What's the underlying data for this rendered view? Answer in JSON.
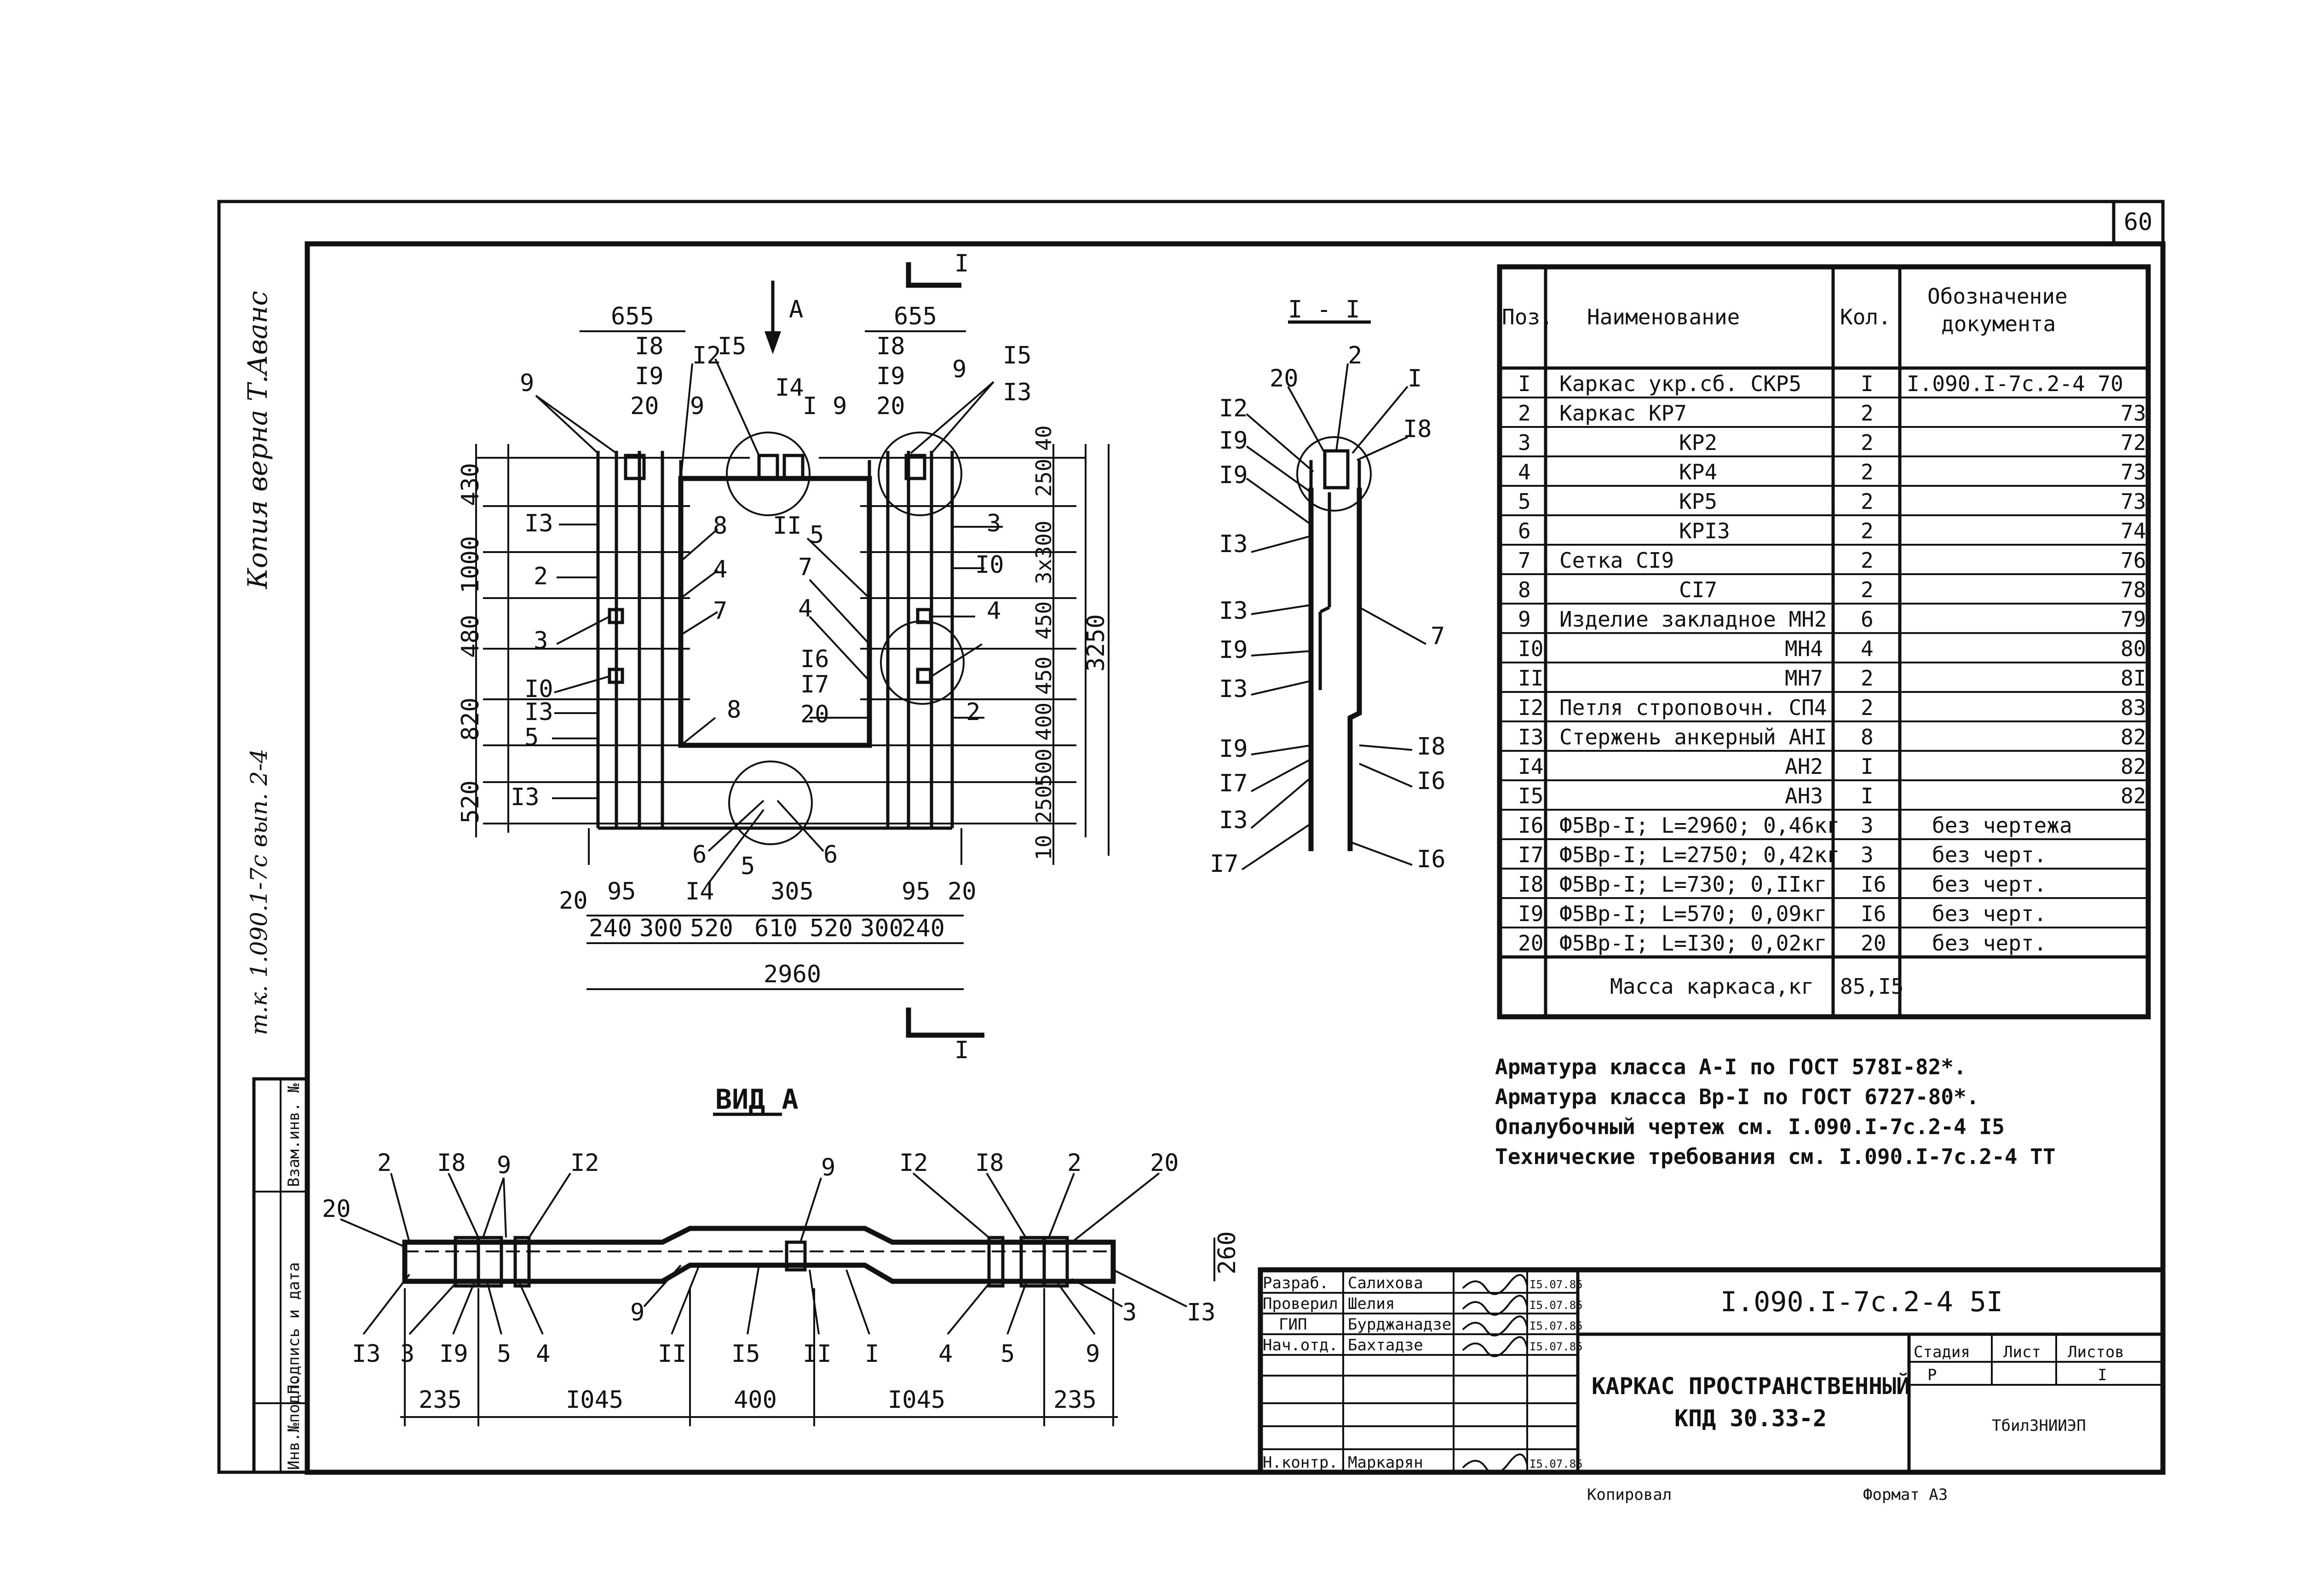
{
  "sheet_number": "60",
  "margin_notes": {
    "copy_note": "Копия верна Т.Аванс",
    "series_note": "т.к. 1.090.1-7с вып. 2-4"
  },
  "left_stamp": [
    "Взам.инв. №",
    "Подпись и дата",
    "Инв.№подл."
  ],
  "plan_view": {
    "section_mark": "I",
    "view_arrow": "A",
    "top_dims": [
      "655",
      "655"
    ],
    "left_dims": [
      "430",
      "1000",
      "480",
      "820",
      "520"
    ],
    "right_dims": [
      "40",
      "250",
      "3x300",
      "450",
      "450",
      "400",
      "500",
      "250",
      "10"
    ],
    "right_total": "3250",
    "bottom_dims_row1": [
      "20",
      "95",
      "305",
      "95",
      "20"
    ],
    "bottom_dims_row2": [
      "240",
      "300",
      "520",
      "610",
      "520",
      "300",
      "240"
    ],
    "bottom_total": "2960",
    "callouts": [
      "9",
      "I8",
      "I9",
      "20",
      "I2",
      "9",
      "I5",
      "I4",
      "I",
      "9",
      "I8",
      "I9",
      "20",
      "9",
      "I5",
      "I3",
      "I3",
      "2",
      "3",
      "I0",
      "I3",
      "5",
      "I3",
      "8",
      "4",
      "7",
      "II",
      "5",
      "7",
      "4",
      "I6",
      "I7",
      "20",
      "8",
      "3",
      "I0",
      "4",
      "2",
      "6",
      "I4",
      "5",
      "6"
    ]
  },
  "section_view": {
    "title": "I - I",
    "callouts": [
      "20",
      "2",
      "I",
      "I2",
      "I8",
      "I9",
      "I9",
      "I3",
      "I3",
      "7",
      "I9",
      "I3",
      "I9",
      "I8",
      "I7",
      "I6",
      "I3",
      "I7",
      "I6"
    ]
  },
  "view_a": {
    "title": "ВИД А",
    "height_dim": "260",
    "bottom_dims": [
      "235",
      "I045",
      "400",
      "I045",
      "235"
    ],
    "callouts_top": [
      "2",
      "I8",
      "9",
      "I2",
      "9",
      "I2",
      "I8",
      "2",
      "20",
      "20"
    ],
    "callouts_bottom": [
      "I3",
      "3",
      "I9",
      "5",
      "4",
      "9",
      "II",
      "I5",
      "II",
      "I",
      "4",
      "5",
      "9",
      "3",
      "I3"
    ]
  },
  "spec_table": {
    "headers": [
      "Поз.",
      "Наименование",
      "Кол.",
      "Обозначение документа"
    ],
    "rows": [
      [
        "I",
        "Каркас укр.сб. СКР5",
        "I",
        "I.090.I-7с.2-4 70"
      ],
      [
        "2",
        "Каркас КР7",
        "2",
        "73"
      ],
      [
        "3",
        "КР2",
        "2",
        "72"
      ],
      [
        "4",
        "КР4",
        "2",
        "73"
      ],
      [
        "5",
        "КР5",
        "2",
        "73"
      ],
      [
        "6",
        "КРI3",
        "2",
        "74"
      ],
      [
        "7",
        "Сетка СI9",
        "2",
        "76"
      ],
      [
        "8",
        "СI7",
        "2",
        "78"
      ],
      [
        "9",
        "Изделие закладное МН2",
        "6",
        "79"
      ],
      [
        "I0",
        "МН4",
        "4",
        "80"
      ],
      [
        "II",
        "МН7",
        "2",
        "8I"
      ],
      [
        "I2",
        "Петля строповочн. СП4",
        "2",
        "83"
      ],
      [
        "I3",
        "Стержень анкерный АНI",
        "8",
        "82"
      ],
      [
        "I4",
        "АН2",
        "I",
        "82"
      ],
      [
        "I5",
        "АН3",
        "I",
        "82"
      ],
      [
        "I6",
        "Ф5Вр-I; L=2960; 0,46кг",
        "3",
        "без чертежа"
      ],
      [
        "I7",
        "Ф5Вр-I; L=2750; 0,42кг",
        "3",
        "без черт."
      ],
      [
        "I8",
        "Ф5Вр-I; L=730; 0,IIкг",
        "I6",
        "без черт."
      ],
      [
        "I9",
        "Ф5Вр-I; L=570; 0,09кг",
        "I6",
        "без черт."
      ],
      [
        "20",
        "Ф5Вр-I; L=I30; 0,02кг",
        "20",
        "без черт."
      ]
    ],
    "total_label": "Масса каркаса,кг",
    "total_value": "85,I5"
  },
  "notes": [
    "Арматура класса А-I по ГОСТ 578I-82*.",
    "Арматура класса Вр-I по ГОСТ 6727-80*.",
    "Опалубочный чертеж см. I.090.I-7с.2-4 I5",
    "Технические требования см. I.090.I-7с.2-4 ТТ"
  ],
  "title_block": {
    "doc_code": "I.090.I-7с.2-4 5I",
    "roles": [
      {
        "role": "Разраб.",
        "name": "Салихова",
        "date": "I5.07.85"
      },
      {
        "role": "Проверил",
        "name": "Шелия",
        "date": "I5.07.85"
      },
      {
        "role": "ГИП",
        "name": "Бурджанадзе",
        "date": "I5.07.85"
      },
      {
        "role": "Нач.отд.",
        "name": "Бахтадзе",
        "date": "I5.07.85"
      },
      {
        "role": "Н.контр.",
        "name": "Маркарян",
        "date": "I5.07.85"
      }
    ],
    "title_line1": "КАРКАС ПРОСТРАНСТВЕННЫЙ",
    "title_line2": "КПД 30.33-2",
    "stage_label": "Стадия",
    "sheet_label": "Лист",
    "sheets_label": "Листов",
    "stage": "Р",
    "sheets": "I",
    "organization": "ТбилЗНИИЭП"
  },
  "footer": {
    "copied": "Копировал",
    "format": "Формат А3"
  }
}
